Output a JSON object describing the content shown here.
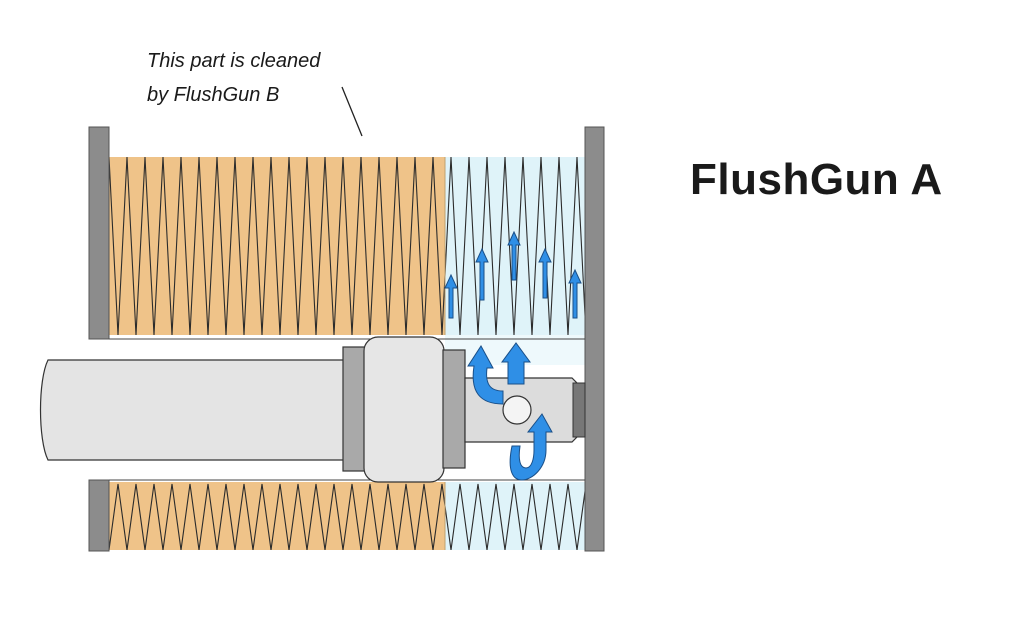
{
  "annotation": {
    "line1": "This part is cleaned",
    "line2": "by FlushGun B"
  },
  "title": "FlushGun A",
  "colors": {
    "cleaned_section": "#efc389",
    "flushed_section": "#dff3f9",
    "flow_arrow": "#2f8fe6",
    "end_plate": "#888888",
    "pipe": "#e4e4e4"
  },
  "icons": [
    "flow-arrow-icon"
  ]
}
